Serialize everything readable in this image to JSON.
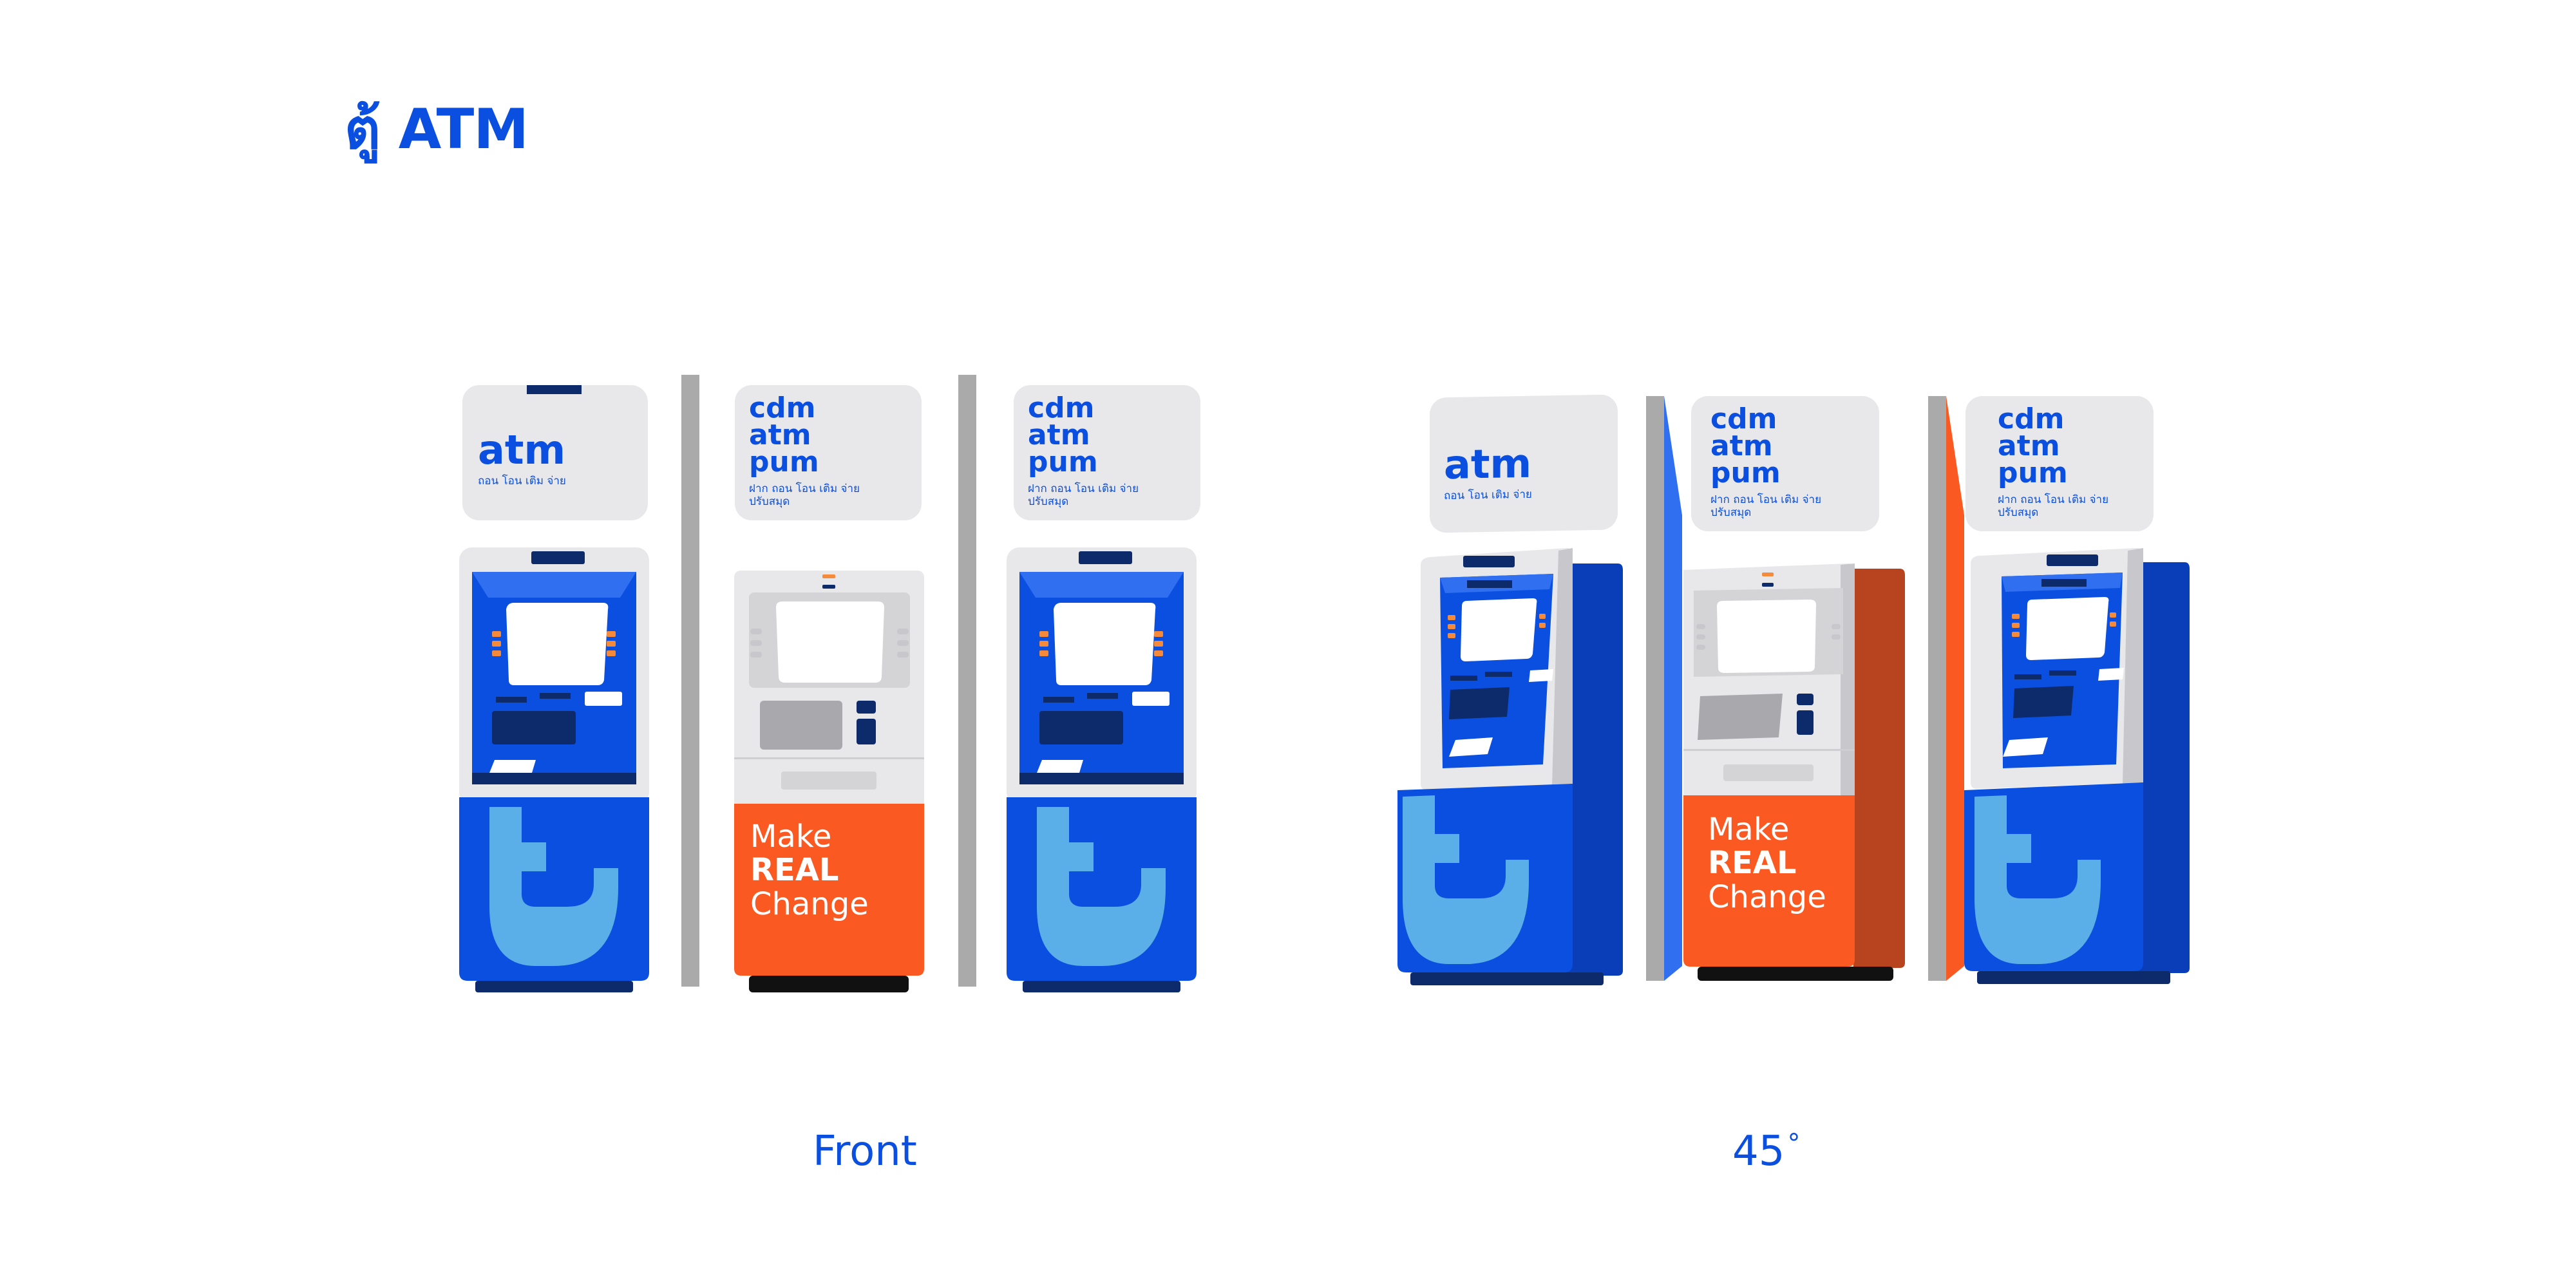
{
  "page": {
    "title": "ตู้ ATM"
  },
  "views": {
    "front": "Front",
    "angle": "45",
    "angle_unit": "°"
  },
  "signs": {
    "atm": {
      "title": "atm",
      "subtitle": "ถอน โอน เติม จ่าย"
    },
    "multi": {
      "line1": "cdm",
      "line2": "atm",
      "line3": "pum",
      "subtitle_line1": "ฝาก ถอน โอน เติม จ่าย",
      "subtitle_line2": "ปรับสมุด"
    }
  },
  "cdm_panel": {
    "line1": "Make",
    "line2": "REAL",
    "line3": "Change"
  },
  "colors": {
    "brand_blue": "#0a4fe0",
    "light_blue": "#5aafe8",
    "orange": "#fa5a22",
    "orange_dark": "#b8441f",
    "grey_panel": "#e8e8ea",
    "divider_grey": "#aaaaaa"
  },
  "icons": {
    "brand_logo": "t-logo-icon"
  }
}
